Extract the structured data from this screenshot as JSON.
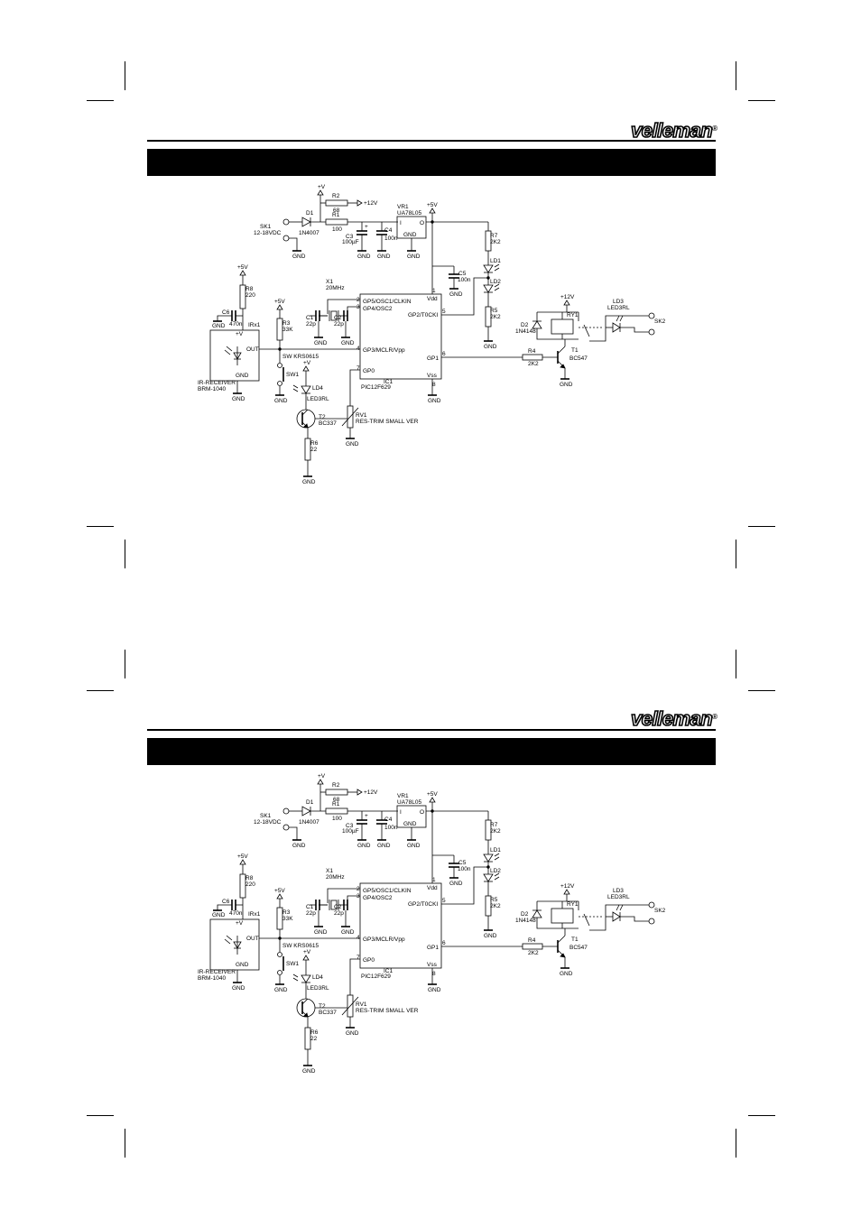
{
  "brand": {
    "logo_text": "velleman",
    "registered_mark": "®"
  },
  "sections": [
    {
      "id": "top",
      "header_text": ""
    },
    {
      "id": "bottom",
      "header_text": ""
    }
  ],
  "schematic": {
    "power": {
      "sk1": "SK1",
      "sk1_value": "12-18VDC",
      "d1": "D1",
      "d1_value": "1N4007",
      "r2": "R2",
      "r2_value": "68",
      "r1": "R1",
      "r1_value": "100",
      "c3": "C3",
      "c3_value": "100µF",
      "c4": "C4",
      "c4_value": "100n",
      "vr1": "VR1",
      "vr1_value": "UA78L05",
      "vr1_i": "I",
      "vr1_o": "O",
      "vr1_gnd": "GND",
      "plus_v": "+V",
      "plus_12v": "+12V",
      "plus_5v": "+5V"
    },
    "ic": {
      "name": "IC1",
      "value": "PIC12F629",
      "pin_gp5": "GP5/OSC1/CLKIN",
      "pin_gp4": "GP4/OSC2",
      "pin_gp3": "GP3/MCLR/Vpp",
      "pin_gp0": "GP0",
      "pin_vdd": "Vdd",
      "pin_gp2": "GP2/T0CKI",
      "pin_gp1": "GP1",
      "pin_vss": "Vss",
      "n1": "1",
      "n2": "2",
      "n3": "3",
      "n4": "4",
      "n5": "5",
      "n6": "6",
      "n7": "7",
      "n8": "8"
    },
    "osc": {
      "x1": "X1",
      "x1_value": "20MHz",
      "c1": "C1",
      "c1_value": "22p",
      "c2": "C2",
      "c2_value": "22p"
    },
    "ir": {
      "r8": "R8",
      "r8_value": "220",
      "c6": "C6",
      "c6_value": "470n",
      "irx1": "IRx1",
      "vplus": "+V",
      "out": "OUT",
      "gnd": "GND",
      "name": "IR-RECEIVER",
      "value": "BRM-1040",
      "r3": "R3",
      "r3_value": "33K",
      "sw_type": "SW KRS0615",
      "sw1": "SW1"
    },
    "leds": {
      "r7": "R7",
      "r7_value": "2K2",
      "ld1": "LD1",
      "ld2": "LD2",
      "r5": "R5",
      "r5_value": "2K2",
      "c5": "C5",
      "c5_value": "100n"
    },
    "relay": {
      "d2": "D2",
      "d2_value": "1N4148",
      "ry1": "RY1",
      "ld3": "LD3",
      "ld3_value": "LED3RL",
      "sk2": "SK2",
      "r4": "R4",
      "r4_value": "2K2",
      "t1": "T1",
      "t1_value": "BC547"
    },
    "trim": {
      "ld4": "LD4",
      "ld4_value": "LED3RL",
      "t2": "T2",
      "t2_value": "BC337",
      "rv1": "RV1",
      "rv1_value": "RES-TRIM SMALL VER",
      "r6": "R6",
      "r6_value": "22"
    },
    "gnd": "GND"
  }
}
